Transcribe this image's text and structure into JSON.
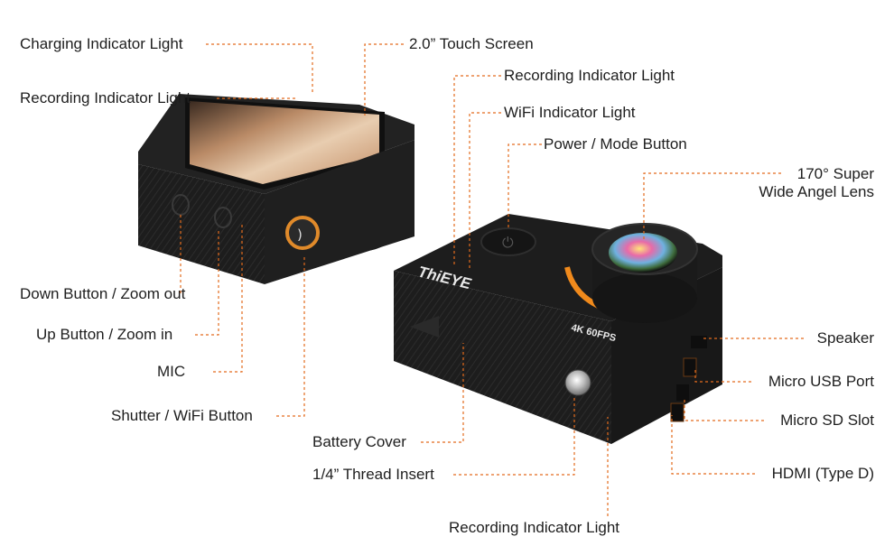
{
  "colors": {
    "leader": "#e36b1d",
    "accent_ring": "#f08a1c",
    "body": "#1b1b1b",
    "label_text": "#1e1e1e"
  },
  "camera": {
    "brand": "ThiEYE",
    "model_badge": "4K 60FPS"
  },
  "labels": {
    "charging_indicator": "Charging Indicator Light",
    "recording_indicator_rear": "Recording Indicator Light",
    "touch_screen": "2.0” Touch Screen",
    "recording_indicator_top": "Recording Indicator Light",
    "wifi_indicator": "WiFi Indicator Light",
    "power_mode_button": "Power / Mode Button",
    "lens_line1": "170° Super",
    "lens_line2": "Wide Angel Lens",
    "down_button": "Down Button / Zoom out",
    "up_button": "Up Button / Zoom in",
    "mic": "MIC",
    "shutter_button": "Shutter / WiFi Button",
    "speaker": "Speaker",
    "micro_usb": "Micro USB Port",
    "micro_sd": "Micro SD Slot",
    "hdmi": "HDMI (Type D)",
    "battery_cover": "Battery Cover",
    "thread_insert": "1/4” Thread Insert",
    "recording_indicator_bottom": "Recording Indicator Light"
  }
}
